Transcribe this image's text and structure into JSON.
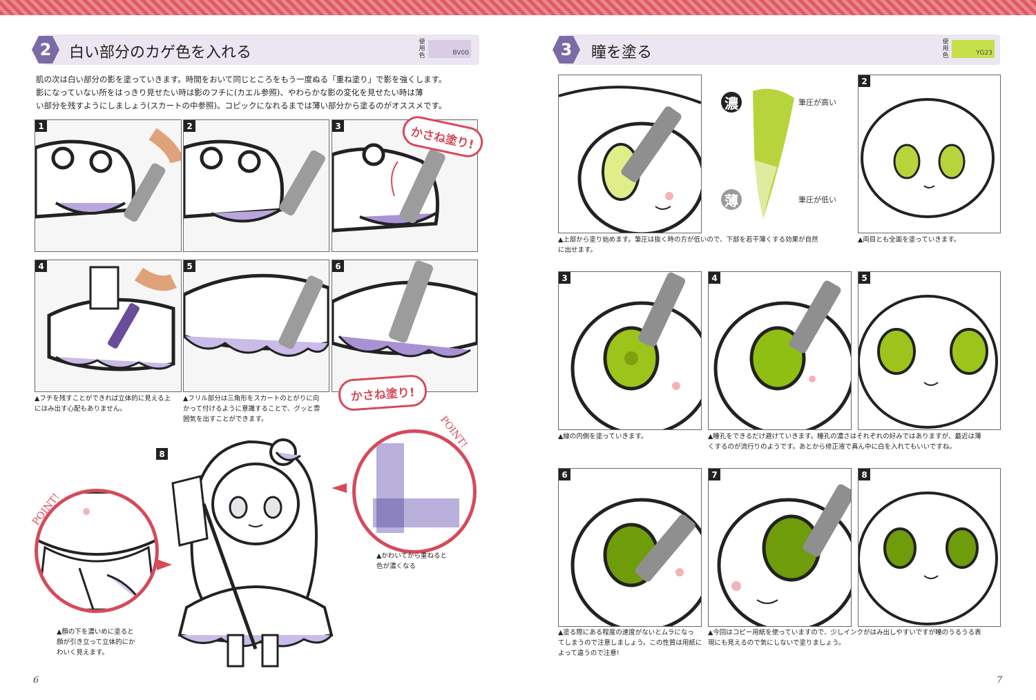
{
  "page_left": {
    "section_number": "2",
    "section_title": "白い部分のカゲ色を入れる",
    "color_label": "使用色",
    "color_code": "BV00",
    "color_hex": "#d9cde6",
    "intro_lines": [
      "肌の次は白い部分の影を塗っていきます。時間をおいて同じところをもう一度ぬる「重ね塗り」で影を強くします。",
      "影になっていない所をはっきり見せたい時は影のフチに(カエル参照)、やわらかな影の変化を見せたい時は薄",
      "い部分を残すようにしましょう(スカートの中参照)。コピックになれるまでは薄い部分から塗るのがオススメです。"
    ],
    "steps": [
      "1",
      "2",
      "3",
      "4",
      "5",
      "6",
      "8"
    ],
    "callout_text": "かさね塗り!",
    "caption_4_5": [
      "▲フチを残すことができれば立体的に見える上",
      "にはみ出す心配もありません。"
    ],
    "caption_5_6": [
      "▲フリル部分は三角形をスカートのとがりに向",
      "かって付けるように意識することで、グッと雰",
      "囲気を出すことができます。"
    ],
    "caption_point_left": [
      "▲顔の下を濃いめに塗ると",
      "顔が引き立って立体的にか",
      "わいく見えます。"
    ],
    "caption_point_right": [
      "▲かわいてから重ねると",
      "色が濃くなる"
    ],
    "point_label": "POINT!",
    "page_number": "6"
  },
  "page_right": {
    "section_number": "3",
    "section_title": "瞳を塗る",
    "color_label": "使用色",
    "color_code": "YG23",
    "color_hex": "#c6e04a",
    "dark_label": "濃",
    "light_label": "薄",
    "pressure_high": "筆圧が高い",
    "pressure_low": "筆圧が低い",
    "steps": [
      "2",
      "3",
      "4",
      "5",
      "6",
      "7",
      "8"
    ],
    "caption_1": [
      "▲上部から塗り始めます。筆圧は抜く時の方が低いので、下部を若干薄くする効果が自然",
      "に出せます。"
    ],
    "caption_2": [
      "▲両目とも全面を塗っていきます。"
    ],
    "caption_3": [
      "▲線の内側を塗っていきます。"
    ],
    "caption_4": [
      "▲瞳孔をできるだけ避けていきます。瞳孔の濃さはそれぞれの好みではありますが、最近は薄",
      "くするのが流行りのようです。あとから修正液で真ん中に白を入れてもいいですね。"
    ],
    "caption_6": [
      "▲塗る際にある程度の速度がないとムラになっ",
      "てしまうので注意しましょう。この性質は用紙に",
      "よって違うので注意!"
    ],
    "caption_7": [
      "▲今回はコピー用紙を使っていますので、少しインクがはみ出しやすいですが瞳のうるうる表",
      "現にも見えるので気にしないで塗りましょう。"
    ],
    "page_number": "7"
  }
}
